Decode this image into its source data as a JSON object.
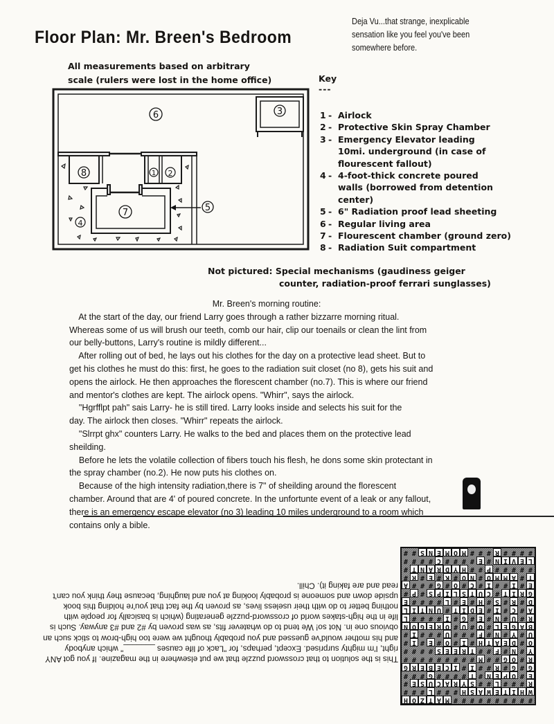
{
  "title": "Floor Plan: Mr. Breen's Bedroom",
  "sidebar_quote": "Deja Vu...that strange, inexplicable sensation like you feel you've been somewhere before.",
  "scale_note": [
    "All measurements based on arbitrary",
    "scale (rulers were lost in the home office)"
  ],
  "key": {
    "heading": "Key",
    "underline": "---",
    "items": [
      {
        "num": "1",
        "lines": [
          "Airlock"
        ]
      },
      {
        "num": "2",
        "lines": [
          "Protective Skin Spray Chamber"
        ]
      },
      {
        "num": "3",
        "lines": [
          "Emergency Elevator leading",
          "10mi. underground (in case of",
          "flourescent fallout)"
        ]
      },
      {
        "num": "4",
        "lines": [
          "4-foot-thick concrete poured",
          "walls (borrowed from detention",
          "center)"
        ]
      },
      {
        "num": "5",
        "lines": [
          "6\" Radiation proof lead sheeting"
        ]
      },
      {
        "num": "6",
        "lines": [
          "Regular living area"
        ]
      },
      {
        "num": "7",
        "lines": [
          "Flourescent chamber (ground zero)"
        ]
      },
      {
        "num": "8",
        "lines": [
          "Radiation Suit compartment"
        ]
      }
    ]
  },
  "plan_labels": {
    "r1": "1",
    "r2": "2",
    "r3": "3",
    "r4": "4",
    "r5": "5",
    "r6": "6",
    "r7": "7",
    "r8": "8"
  },
  "not_pictured": [
    "Not pictured: Special mechanisms (gaudiness geiger",
    "counter, radiation-proof ferrari sunglasses)"
  ],
  "routine": {
    "heading": "Mr. Breen's morning routine:",
    "lines": [
      "    At the start of the day, our friend Larry goes through a rather bizzarre morning ritual.",
      "Whereas some of us will brush our teeth, comb our hair, clip our toenails or clean the lint from",
      "our belly-buttons, Larry's routine is mildly different...",
      "    After rolling out of bed, he lays out his clothes for the day on a protective lead sheet. But to",
      "get his clothes he must do this: first, he goes to the radiation suit closet (no 8), gets his suit and",
      "opens the airlock. He then approaches the florescent chamber (no.7). This is where our friend",
      "and mentor's clothes are kept. The airlock opens. \"Whirr\", says the airlock.",
      "    \"Hgrfflpt pah\" sais Larry- he is still tired. Larry looks inside and selects his suit for the",
      "day. The airlock then closes. \"Whirr\" repeats the airlock.",
      "    \"Slrrpt ghx\" counters Larry. He walks to the bed and places them on the protective lead",
      "sheilding.",
      "    Before he lets the volatile collection of fibers touch his flesh, he dons some skin protectant in",
      "the spray chamber (no.2). He now puts his clothes on.",
      "    Because of the high intensity radiation,there is 7\" of sheilding around the florescent",
      "chamber. Around that are 4' of poured concrete. In the unfortunte event of a leak or any fallout,",
      "there is an emergency escape elevator (no 3) leading 10 miles underground to a room which",
      "contains only a bible."
    ]
  },
  "solution_note": [
    "This is the solution to that crossword puzzle that we put elsewhere in the magazine. If you got ANY",
    "right, I'm mighty surprised. Except, perhaps, for \"Lack of life causes _______\" which anybody",
    "and his mother would've guessed and you probably thought we were too high-brow to stick such an",
    "obvious one in. Not so! We tend to do whatever fits, as was proven by #2 and #3 anyway. Such is",
    "life in the high-stakes world of crossword-puzzle generating (which is basically for people with",
    "nothing better to do with their useless lives, as proven by the fact that you're holding this book",
    "upside down and someone is probably looking at you and laughing, because they think you can't",
    "read and are faking it). Chill."
  ],
  "crossword_rows": [
    "##########MATZOH",
    "WHITEWASH###L###",
    "R###L##SYRACUSE#",
    "E#OPEN#T####G###",
    "G#G#R##I#ICEBERG",
    "R#OG##M#########",
    "Y#N#F##TREES####",
    "O#DEATH#I#O#E#I#",
    "U#Y#N#F###U###I#",
    "BAGEL#O#U#OREGON",
    "R#U#N#E#G#I####L",
    "A#C#I#EDIT#UNTIL",
    "D#R#S#H#E#L####E",
    "GRIT#CUTSLIPS#P#",
    "E#I##I#C#O#G###A",
    "T#AMMO#NO#K#E#R#",
    "#####P##HYDRANT#",
    "LEVIN#E####C####",
    "####R###MOMENS##"
  ]
}
